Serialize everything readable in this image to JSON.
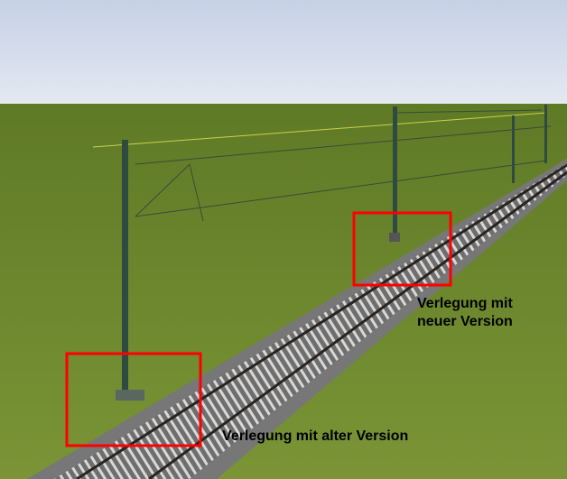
{
  "annotations": {
    "new_version_line1": "Verlegung mit",
    "new_version_line2": "neuer Version",
    "old_version": "Verlegung mit alter Version"
  },
  "colors": {
    "highlight": "#ff0000",
    "grass": "#6f8c2e",
    "sky": "#d3dcec"
  }
}
